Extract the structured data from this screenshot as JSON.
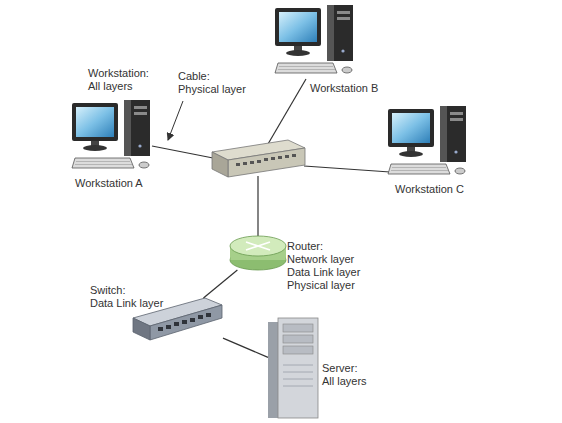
{
  "diagram": {
    "nodes": [
      {
        "text": [
          "Workstation:",
          "All layers",
          "Workstation A"
        ]
      },
      {
        "text": [
          "Workstation B"
        ]
      },
      {
        "text": [
          "Workstation C"
        ]
      },
      {
        "text": [
          "Router:",
          "Network layer Data Link layer Physical layer"
        ]
      },
      {
        "text": [
          "Switch:",
          "Data Link layer"
        ]
      },
      {
        "text": [
          "Server:",
          "All layers"
        ]
      }
    ],
    "edges": [
      {
        "from": 3,
        "to": 4,
        "arrow": "none"
      },
      {
        "from": 4,
        "to": 5,
        "arrow": "none"
      }
    ],
    "labels": [
      "Cable:",
      "Physical layer"
    ]
  }
}
